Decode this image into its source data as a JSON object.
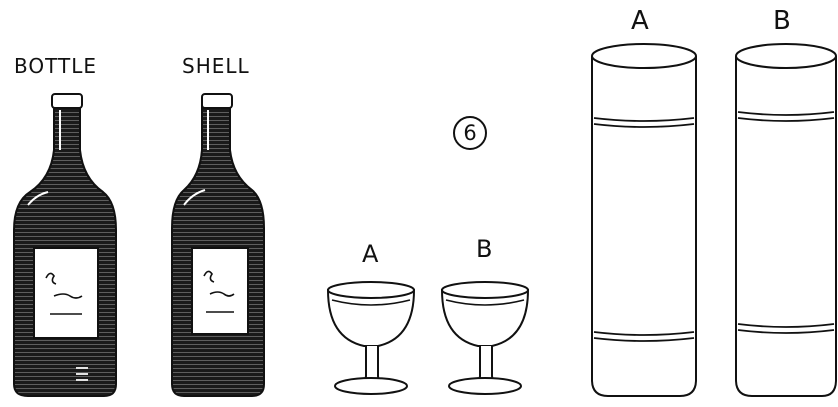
{
  "labels": {
    "bottle": "BOTTLE",
    "shell": "SHELL",
    "glass_a": "A",
    "glass_b": "B",
    "tube_a": "A",
    "tube_b": "B"
  },
  "figure_number": "6",
  "colors": {
    "ink": "#111111",
    "paper": "#ffffff"
  }
}
